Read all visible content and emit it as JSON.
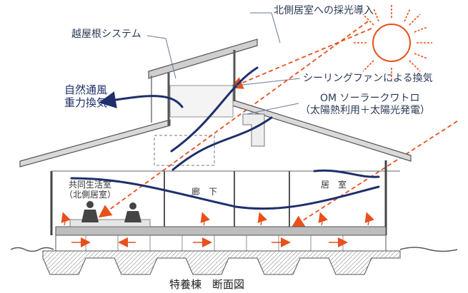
{
  "labels": {
    "north_light": "北側居室への採光導入",
    "koshi_yane": "越屋根システム",
    "natural_vent_1": "自然通風",
    "natural_vent_2": "重力換気",
    "ceiling_fan": "シーリングファンによる換気",
    "om_solar": "OM ソーラークワトロ",
    "om_solar_sub": "（太陽熱利用＋太陽光発電）",
    "room_common_1": "共同生活室",
    "room_common_2": "（北側居室）",
    "room_corridor": "廊　下",
    "room_living": "居　室",
    "caption": "特養棟　断面図"
  },
  "colors": {
    "airflow": "#1f2f6b",
    "sunlight": "#e8501c",
    "sun": "#e8501c",
    "structure": "#555555",
    "roof_fill": "#d9d9d9"
  },
  "icons": [
    "sun-icon",
    "person-icon"
  ]
}
